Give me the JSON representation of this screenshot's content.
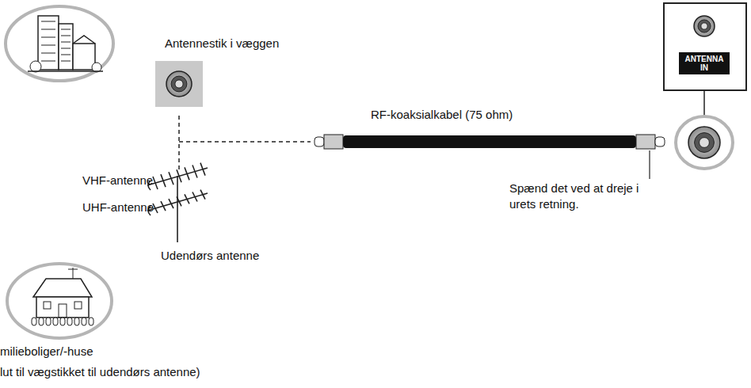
{
  "diagram": {
    "nodes": [
      {
        "text": [
          "Antennestik i væggen"
        ]
      },
      {
        "text": [
          "ANTENNA IN"
        ]
      }
    ],
    "labels": [
      "RF-koaksialkabel (75 ohm)",
      "Spænd det ved at dreje i urets retning.",
      "VHF-antenne",
      "UHF-antenne",
      "Udendørs antenne",
      "milieboliger/-huse",
      "lut til vægstikket til udendørs antenne)"
    ]
  }
}
